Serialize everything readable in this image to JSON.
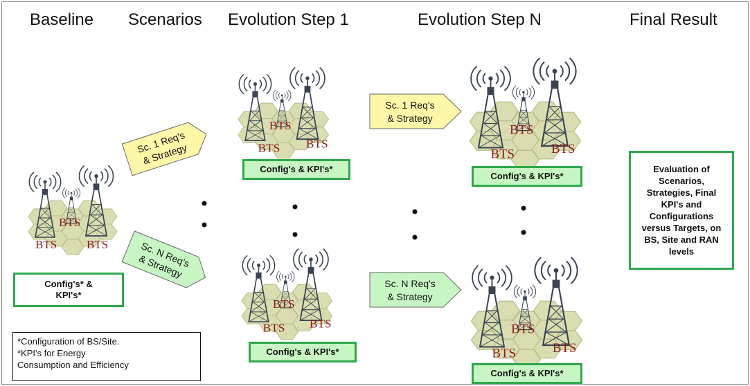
{
  "headers": {
    "baseline": "Baseline",
    "scenarios": "Scenarios",
    "step1": "Evolution Step 1",
    "stepN": "Evolution Step N",
    "final": "Final Result"
  },
  "arrows": {
    "sc1_step1": [
      "Sc. 1 Req's",
      "& Strategy"
    ],
    "scN_step1": [
      "Sc. N Req's",
      "& Strategy"
    ],
    "sc1_stepN": [
      "Sc. 1 Req's",
      "& Strategy"
    ],
    "scN_stepN": [
      "Sc. N Req's",
      "& Strategy"
    ]
  },
  "bts_label": "BTS",
  "boxes": {
    "baseline_line1": "Config's* &",
    "baseline_line2": "KPI's*",
    "step1_top": "Config's & KPI's*",
    "step1_bottom": "Config's & KPI's*",
    "stepN_top": "Config's & KPI's*",
    "stepN_bottom": "Config's & KPI's*",
    "final": [
      "Evaluation of",
      "Scenarios,",
      "Strategies, Final",
      "KPI's and",
      "Configurations",
      "versus Targets, on",
      "BS, Site and RAN",
      "levels"
    ]
  },
  "notes": [
    "*Configuration of BS/Site.",
    "*KPI's for Energy",
    "Consumption and Efficiency"
  ],
  "colors": {
    "green_border": "#2ea84a",
    "green_fill": "#c8f5c4",
    "yellow_fill": "#fff7a8",
    "hex_fill": "#d9ddb0",
    "bts_text": "#8b1a1a"
  }
}
